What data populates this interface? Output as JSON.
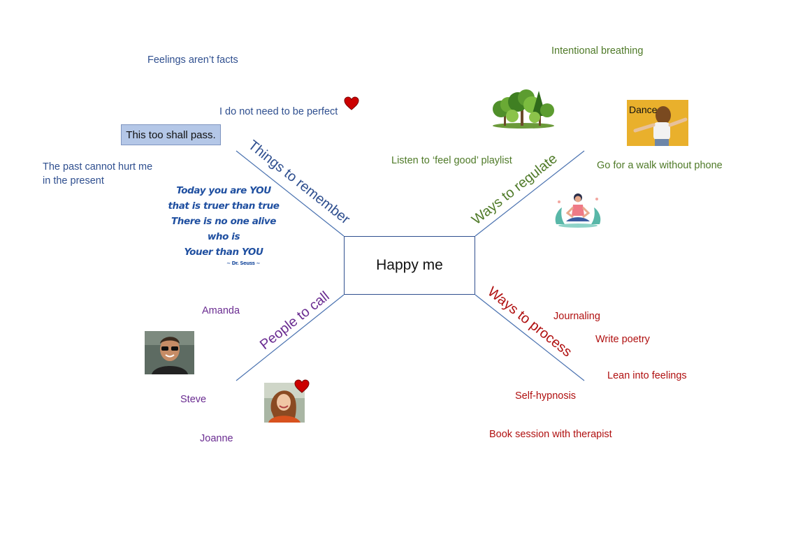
{
  "center": {
    "label": "Happy me"
  },
  "branches": {
    "remember": "Things to remember",
    "regulate": "Ways to regulate",
    "call": "People to call",
    "process": "Ways to process"
  },
  "remember_items": {
    "feelings": "Feelings aren’t facts",
    "perfect": "I do not need to be perfect",
    "pass": "This too shall pass.",
    "past_line1": "The past cannot hurt me",
    "past_line2": "in the present"
  },
  "quote": {
    "line1": "Today you are YOU",
    "line2": "that is truer than true",
    "line3": "There is no one alive who is",
    "line4": "Youer than YOU",
    "attribution": "~ Dr. Seuss ~"
  },
  "regulate_items": {
    "breathing": "Intentional breathing",
    "playlist": "Listen to ‘feel good’ playlist",
    "walk": "Go for a walk without phone",
    "dance": "Dance"
  },
  "call_items": {
    "amanda": "Amanda",
    "steve": "Steve",
    "joanne": "Joanne"
  },
  "process_items": {
    "journaling": "Journaling",
    "poetry": "Write poetry",
    "lean": "Lean into feelings",
    "hypnosis": "Self-hypnosis",
    "therapist": "Book session with therapist"
  },
  "colors": {
    "blue": "#2f4f8f",
    "green": "#4f7a28",
    "purple": "#6a2c91",
    "red": "#b01010",
    "line": "#4a72b0",
    "callout_fill": "#b4c7e7"
  },
  "icons": [
    "heart-icon",
    "trees-icon",
    "meditation-icon",
    "dancer-photo",
    "man-photo",
    "woman-photo"
  ]
}
